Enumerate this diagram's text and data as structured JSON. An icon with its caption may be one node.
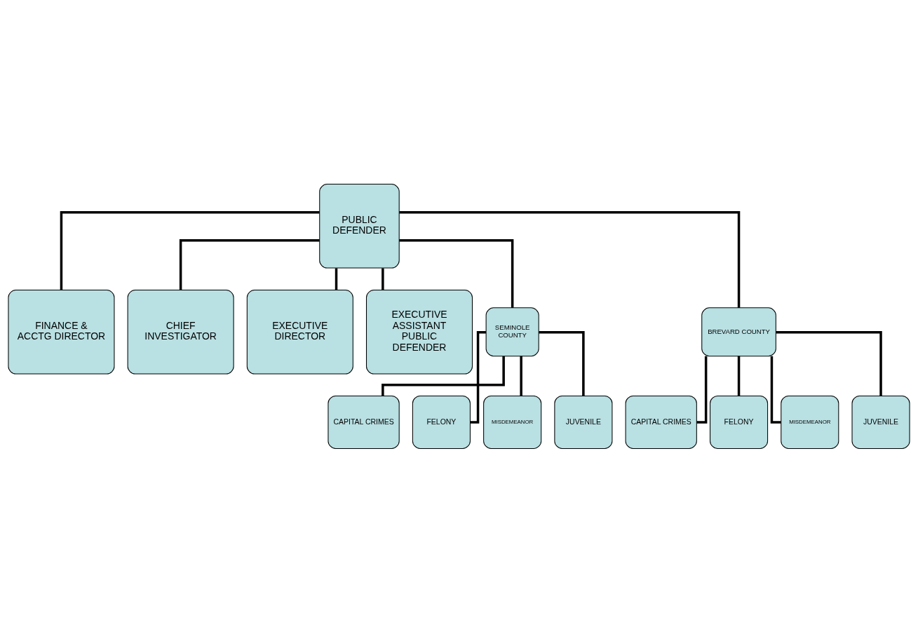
{
  "diagram": {
    "nodes": [
      {
        "text": [
          "PUBLIC DEFENDER"
        ]
      },
      {
        "text": [
          "FINANCE & ACCTG DIRECTOR"
        ]
      },
      {
        "text": [
          "CHIEF INVESTIGATOR"
        ]
      },
      {
        "text": [
          "EXECUTIVE DIRECTOR"
        ]
      },
      {
        "text": [
          "EXECUTIVE ASSISTANT PUBLIC DEFENDER"
        ]
      },
      {
        "text": [
          "SEMINOLE COUNTY"
        ]
      },
      {
        "text": [
          "BREVARD COUNTY"
        ]
      },
      {
        "text": [
          "CAPITAL CRIMES"
        ]
      },
      {
        "text": [
          "FELONY"
        ]
      },
      {
        "text": [
          "MISDEMEANOR"
        ]
      },
      {
        "text": [
          "JUVENILE"
        ]
      },
      {
        "text": [
          "CAPITAL CRIMES"
        ]
      },
      {
        "text": [
          "FELONY"
        ]
      },
      {
        "text": [
          "MISDEMEANOR"
        ]
      },
      {
        "text": [
          "JUVENILE"
        ]
      }
    ],
    "edges": [
      {
        "from": 0,
        "to": 1,
        "arrow": "none"
      },
      {
        "from": 0,
        "to": 2,
        "arrow": "none"
      },
      {
        "from": 0,
        "to": 3,
        "arrow": "none"
      },
      {
        "from": 0,
        "to": 4,
        "arrow": "none"
      },
      {
        "from": 0,
        "to": 5,
        "arrow": "none"
      },
      {
        "from": 0,
        "to": 6,
        "arrow": "none"
      },
      {
        "from": 5,
        "to": 7,
        "arrow": "none"
      },
      {
        "from": 5,
        "to": 8,
        "arrow": "none"
      },
      {
        "from": 5,
        "to": 9,
        "arrow": "none"
      },
      {
        "from": 5,
        "to": 10,
        "arrow": "none"
      },
      {
        "from": 6,
        "to": 11,
        "arrow": "none"
      },
      {
        "from": 6,
        "to": 12,
        "arrow": "none"
      },
      {
        "from": 6,
        "to": 13,
        "arrow": "none"
      },
      {
        "from": 6,
        "to": 14,
        "arrow": "none"
      }
    ]
  }
}
